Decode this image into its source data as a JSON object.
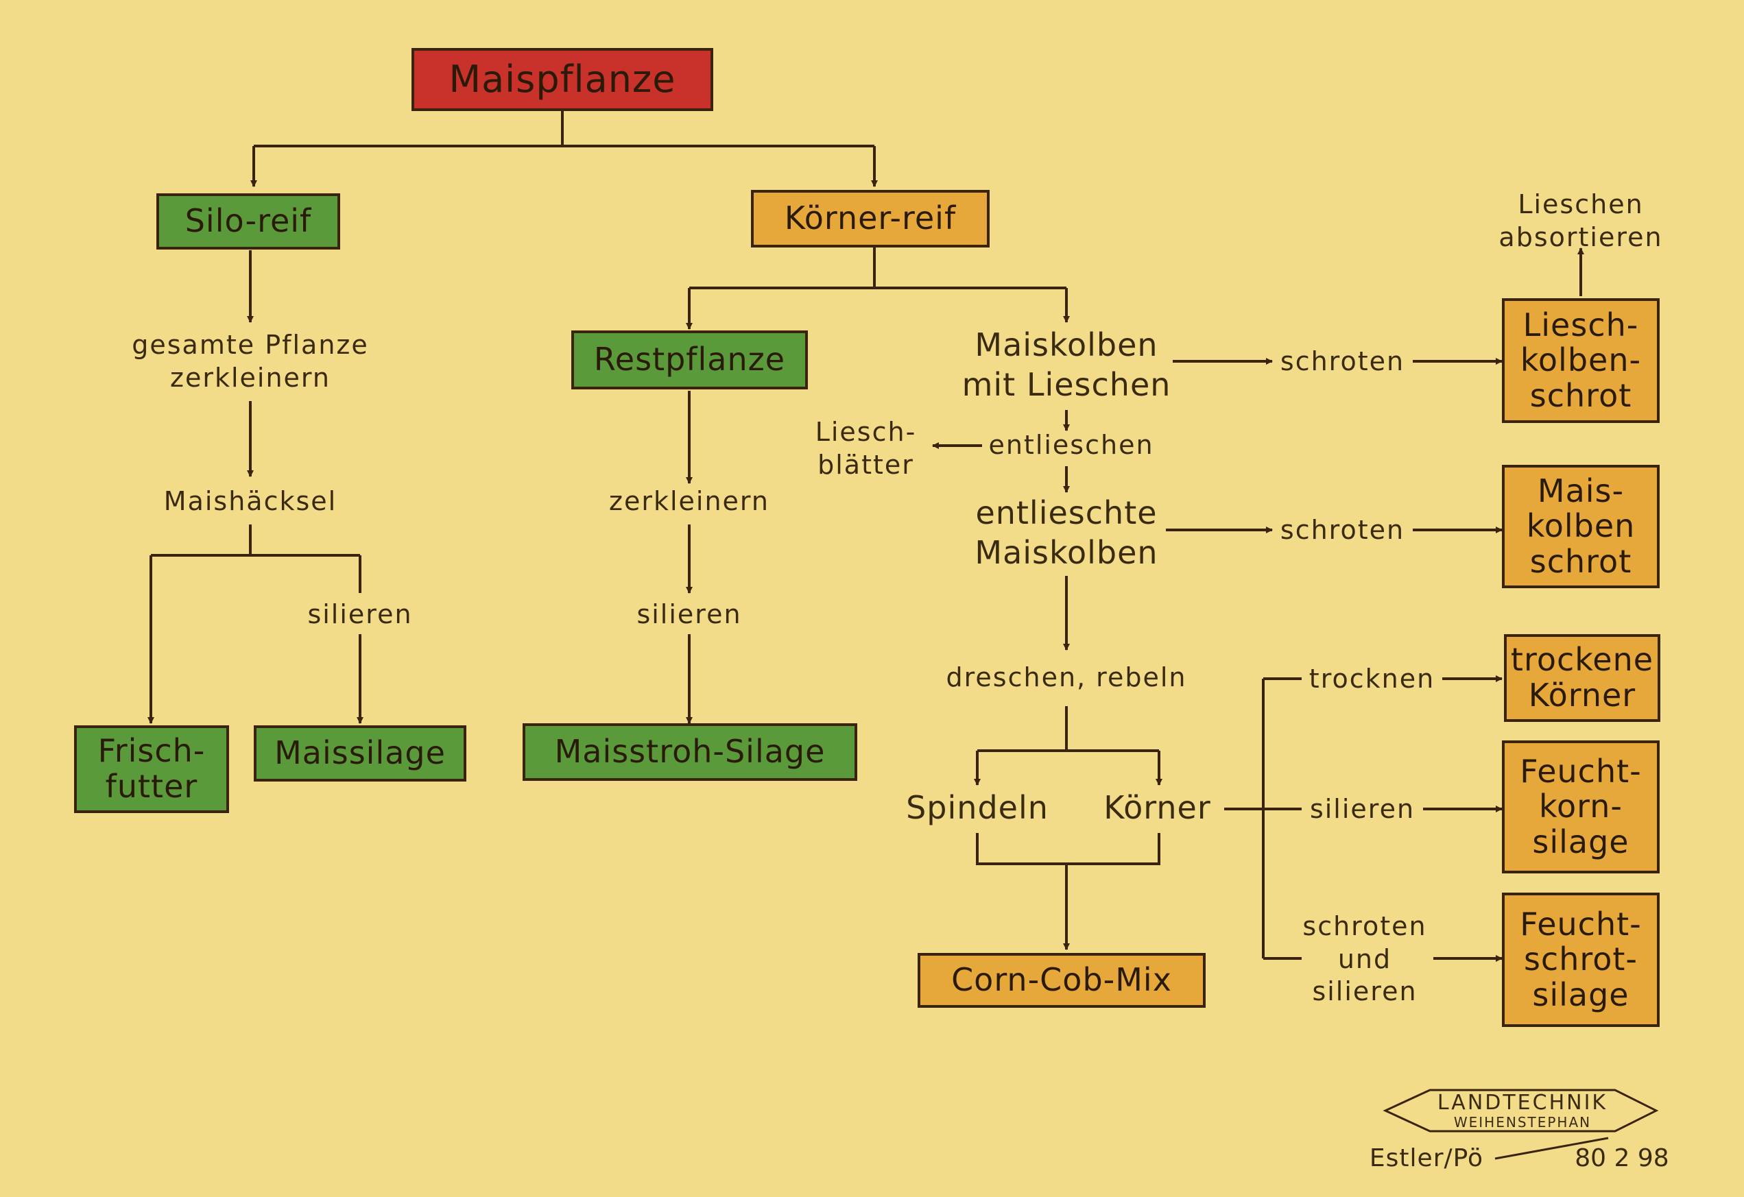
{
  "root": "Maispflanze",
  "silo_reif": "Silo-reif",
  "koerner_reif": "Körner-reif",
  "gesamte_pflanze": "gesamte Pflanze\nzerkleinern",
  "maishaecksel": "Maishäcksel",
  "silieren_1": "silieren",
  "frischfutter": "Frisch-\nfutter",
  "maissilage": "Maissilage",
  "restpflanze": "Restpflanze",
  "zerkleinern": "zerkleinern",
  "silieren_2": "silieren",
  "maisstroh_silage": "Maisstroh-Silage",
  "maiskolben_mit_lieschen": "Maiskolben\nmit Lieschen",
  "schroten_1": "schroten",
  "liesch_kolben_schrot": "Liesch-\nkolben-\nschrot",
  "lieschen_absortieren": "Lieschen\nabsortieren",
  "liesch_blaetter": "Liesch-\nblätter",
  "entlieschen": "entlieschen",
  "entlieschte_maiskolben": "entlieschte\nMaiskolben",
  "schroten_2": "schroten",
  "maiskolben_schrot": "Mais-\nkolben\nschrot",
  "dreschen_rebeln": "dreschen, rebeln",
  "spindeln": "Spindeln",
  "koerner": "Körner",
  "corn_cob_mix": "Corn-Cob-Mix",
  "trocknen": "trocknen",
  "trockene_koerner": "trockene\nKörner",
  "silieren_3": "silieren",
  "feuchtkorn_silage": "Feucht-\nkorn-\nsilage",
  "schroten_und_silieren": "schroten\nund\nsilieren",
  "feuchtschrot_silage": "Feucht-\nschrot-\nsilage",
  "logo_top": "LANDTECHNIK",
  "logo_bottom": "WEIHENSTEPHAN",
  "author": "Estler/Pö",
  "number": "80 2 98"
}
